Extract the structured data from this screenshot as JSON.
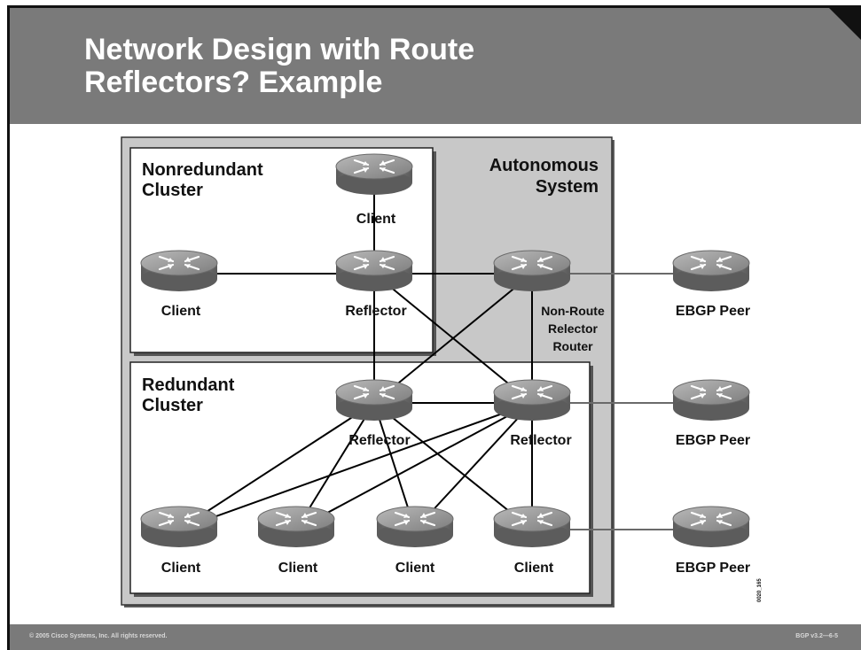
{
  "slide": {
    "title_line1": "Network Design with Route",
    "title_line2": "Reflectors?  Example",
    "copyright": "© 2005 Cisco Systems, Inc. All rights reserved.",
    "course_page": "BGP v3.2—6-5",
    "figure_code": "0020_165"
  },
  "diagram": {
    "as_label_line1": "Autonomous",
    "as_label_line2": "System",
    "nonredundant_cluster_line1": "Nonredundant",
    "nonredundant_cluster_line2": "Cluster",
    "redundant_cluster_line1": "Redundant",
    "redundant_cluster_line2": "Cluster",
    "routers": {
      "nr_client_top": "Client",
      "nr_client_left": "Client",
      "nr_reflector": "Reflector",
      "non_rr_line1": "Non-Route",
      "non_rr_line2": "Relector",
      "non_rr_line3": "Router",
      "rc_reflector_left": "Reflector",
      "rc_reflector_right": "Reflector",
      "rc_client_1": "Client",
      "rc_client_2": "Client",
      "rc_client_3": "Client",
      "rc_client_4": "Client",
      "ebgp_1": "EBGP Peer",
      "ebgp_2": "EBGP Peer",
      "ebgp_3": "EBGP Peer"
    }
  },
  "colors": {
    "title_bar": "#7a7a7a",
    "as_area": "#c8c8c8",
    "router_body": "#8a8a8a"
  }
}
